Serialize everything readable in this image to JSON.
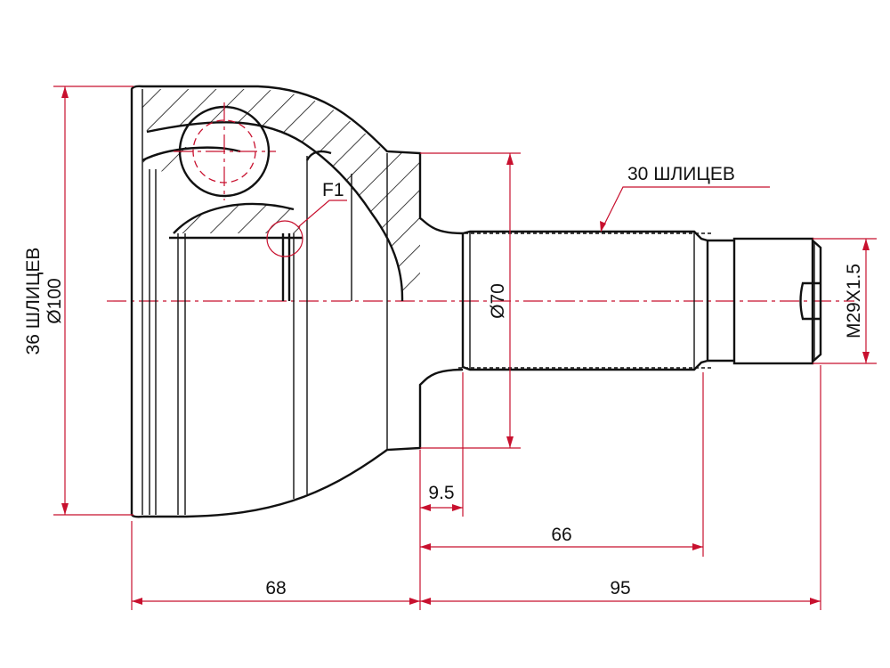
{
  "drawing": {
    "title": "CV joint outer",
    "labels": {
      "inner_splines": "36 ШЛИЦЕВ",
      "outer_diameter": "Ø100",
      "outer_splines": "30 ШЛИЦЕВ",
      "shaft_diameter": "Ø70",
      "thread": "M29X1.5",
      "detail": "F1",
      "dim_shoulder": "9.5",
      "dim_spline_length": "66",
      "dim_housing_length": "68",
      "dim_shaft_length": "95"
    },
    "colors": {
      "line": "#111111",
      "dimension": "#c8102e"
    }
  }
}
